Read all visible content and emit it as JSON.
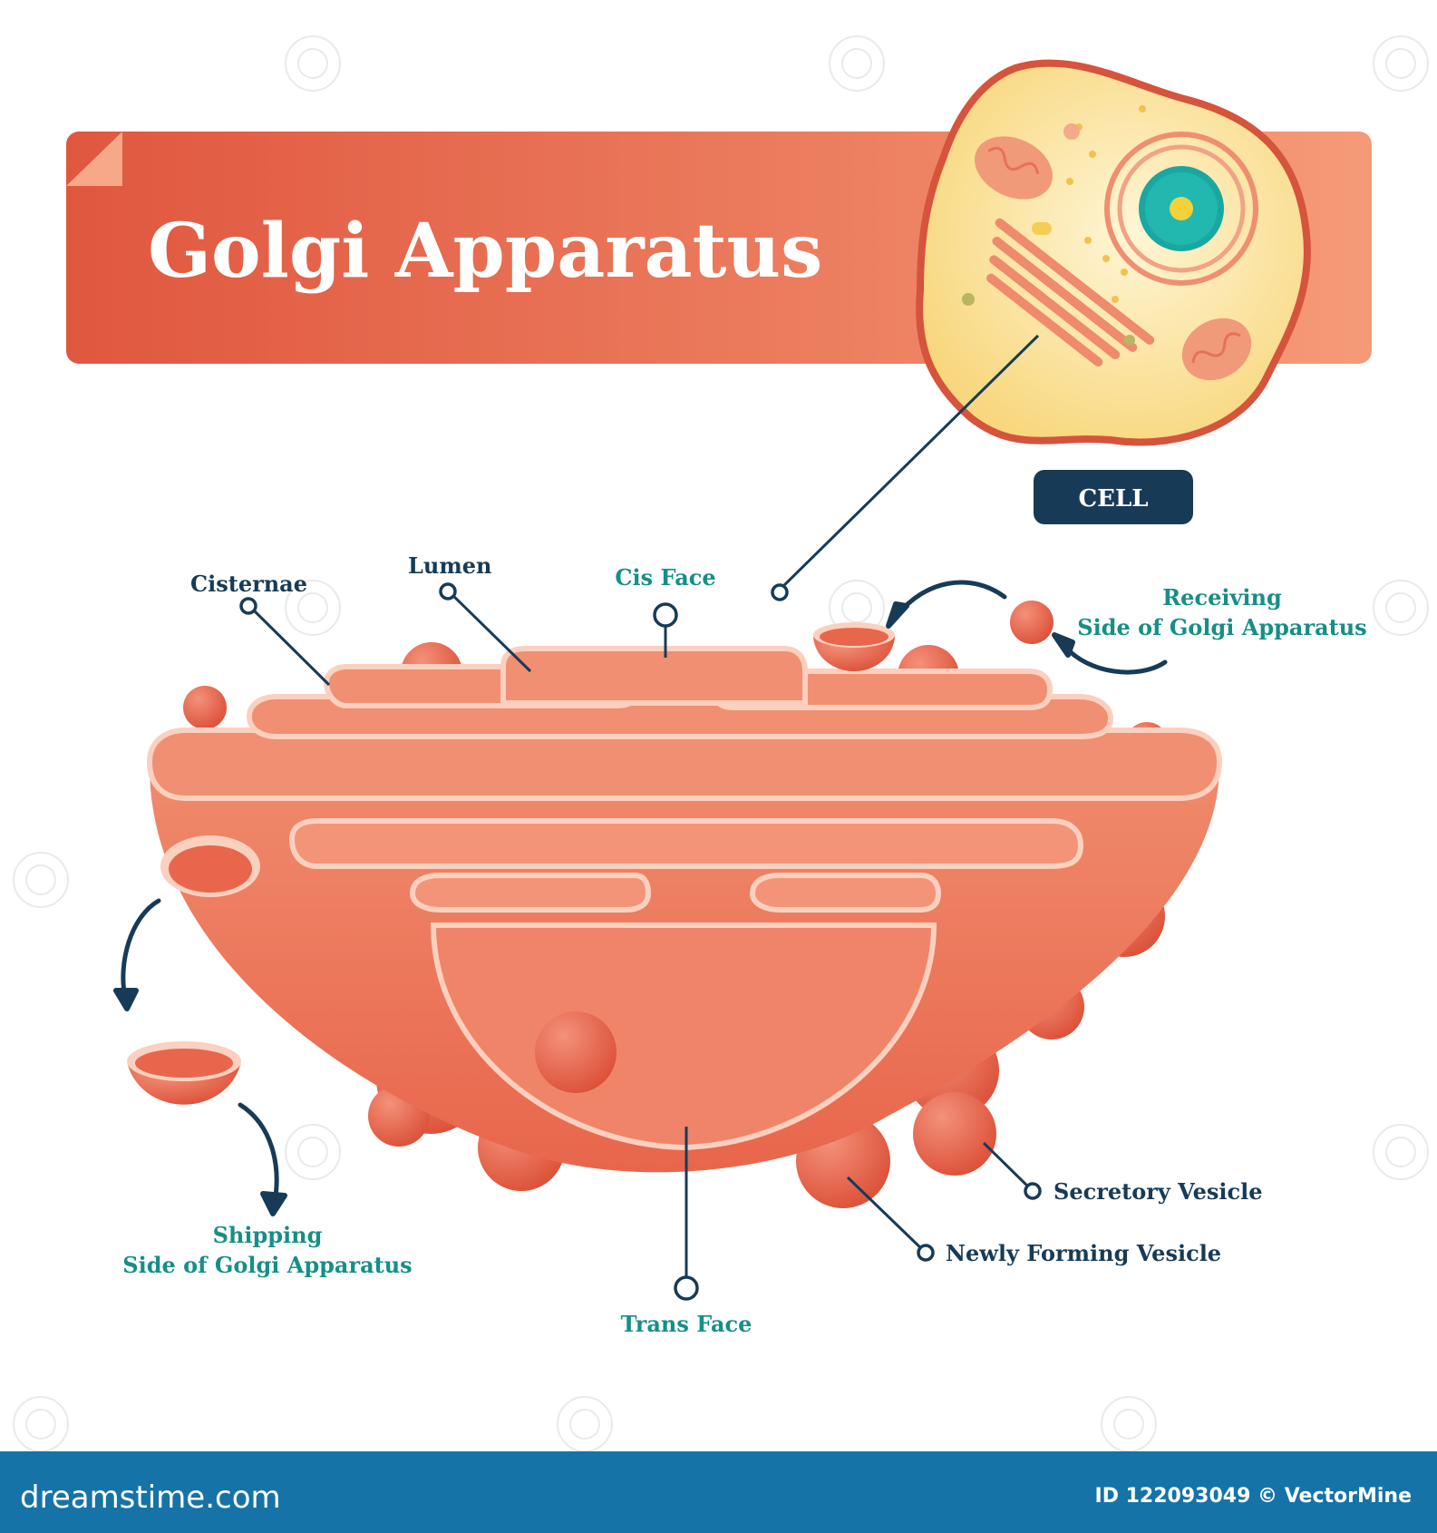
{
  "title": "Golgi Apparatus",
  "cell_label": "CELL",
  "labels": {
    "cisternae": "Cisternae",
    "lumen": "Lumen",
    "cis_face": "Cis Face",
    "receiving_line1": "Receiving",
    "receiving_line2": "Side of Golgi Apparatus",
    "shipping_line1": "Shipping",
    "shipping_line2": "Side of Golgi Apparatus",
    "trans_face": "Trans Face",
    "secretory_vesicle": "Secretory Vesicle",
    "newly_forming_vesicle": "Newly Forming Vesicle"
  },
  "footer": {
    "logo": "dreamstime.com",
    "id_text": "ID 122093049 © VectorMine"
  },
  "colors": {
    "banner": "#e8704f",
    "golgi_body": "#ec7f62",
    "cell_fill": "#fbe7a1",
    "nucleus": "#1aa7a0",
    "label_dark": "#173b57",
    "label_teal": "#168f86",
    "footer_bar": "#1573a8"
  }
}
